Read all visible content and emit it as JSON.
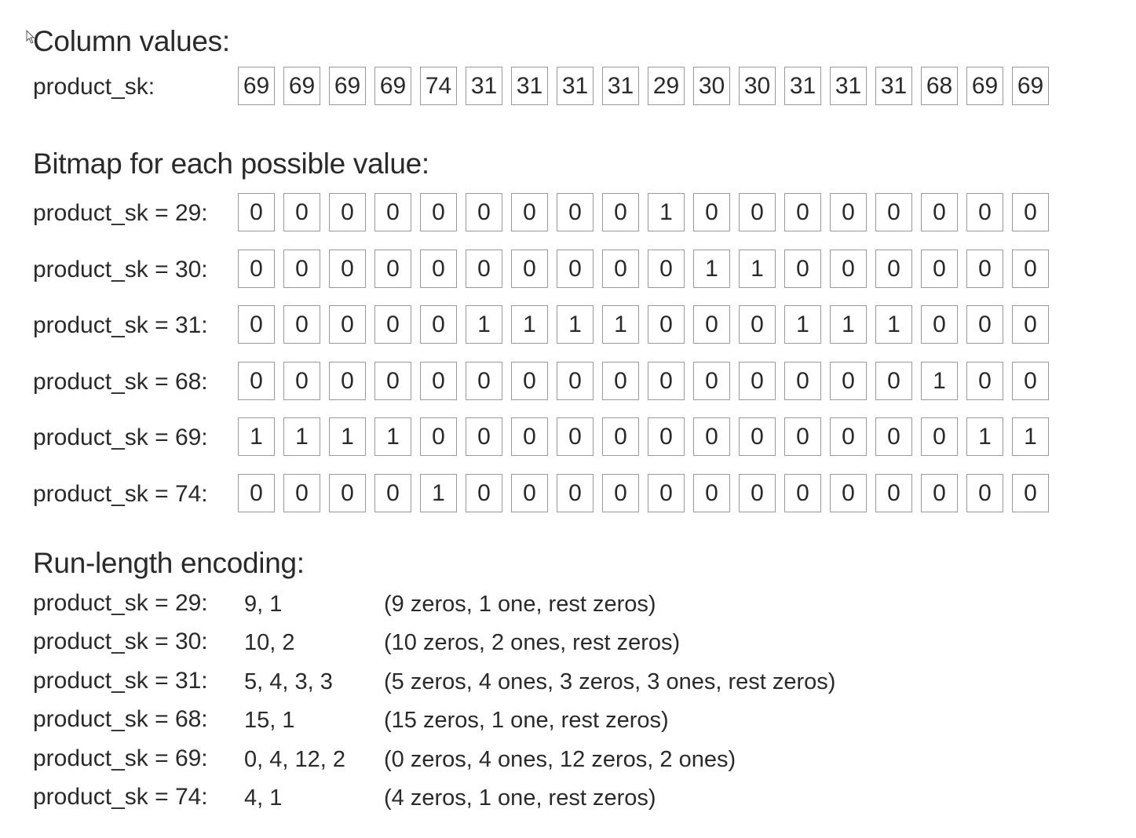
{
  "column_section": {
    "title": "Column values:",
    "label": "product_sk:",
    "values": [
      "69",
      "69",
      "69",
      "69",
      "74",
      "31",
      "31",
      "31",
      "31",
      "29",
      "30",
      "30",
      "31",
      "31",
      "31",
      "68",
      "69",
      "69"
    ]
  },
  "bitmap_section": {
    "title": "Bitmap for each possible value:",
    "rows": [
      {
        "label": "product_sk = 29:",
        "bits": [
          "0",
          "0",
          "0",
          "0",
          "0",
          "0",
          "0",
          "0",
          "0",
          "1",
          "0",
          "0",
          "0",
          "0",
          "0",
          "0",
          "0",
          "0"
        ]
      },
      {
        "label": "product_sk = 30:",
        "bits": [
          "0",
          "0",
          "0",
          "0",
          "0",
          "0",
          "0",
          "0",
          "0",
          "0",
          "1",
          "1",
          "0",
          "0",
          "0",
          "0",
          "0",
          "0"
        ]
      },
      {
        "label": "product_sk = 31:",
        "bits": [
          "0",
          "0",
          "0",
          "0",
          "0",
          "1",
          "1",
          "1",
          "1",
          "0",
          "0",
          "0",
          "1",
          "1",
          "1",
          "0",
          "0",
          "0"
        ]
      },
      {
        "label": "product_sk = 68:",
        "bits": [
          "0",
          "0",
          "0",
          "0",
          "0",
          "0",
          "0",
          "0",
          "0",
          "0",
          "0",
          "0",
          "0",
          "0",
          "0",
          "1",
          "0",
          "0"
        ]
      },
      {
        "label": "product_sk = 69:",
        "bits": [
          "1",
          "1",
          "1",
          "1",
          "0",
          "0",
          "0",
          "0",
          "0",
          "0",
          "0",
          "0",
          "0",
          "0",
          "0",
          "0",
          "1",
          "1"
        ]
      },
      {
        "label": "product_sk = 74:",
        "bits": [
          "0",
          "0",
          "0",
          "0",
          "1",
          "0",
          "0",
          "0",
          "0",
          "0",
          "0",
          "0",
          "0",
          "0",
          "0",
          "0",
          "0",
          "0"
        ]
      }
    ]
  },
  "rle_section": {
    "title": "Run-length encoding:",
    "rows": [
      {
        "label": "product_sk = 29:",
        "value": "9, 1",
        "note": "(9 zeros, 1 one, rest zeros)"
      },
      {
        "label": "product_sk = 30:",
        "value": "10, 2",
        "note": "(10 zeros, 2 ones, rest zeros)"
      },
      {
        "label": "product_sk = 31:",
        "value": "5, 4, 3, 3",
        "note": "(5 zeros, 4 ones, 3 zeros, 3 ones, rest zeros)"
      },
      {
        "label": "product_sk = 68:",
        "value": "15, 1",
        "note": "(15 zeros, 1 one, rest zeros)"
      },
      {
        "label": "product_sk = 69:",
        "value": "0, 4, 12, 2",
        "note": "(0 zeros, 4 ones, 12 zeros, 2 ones)"
      },
      {
        "label": "product_sk = 74:",
        "value": "4, 1",
        "note": "(4 zeros, 1 one, rest zeros)"
      }
    ]
  }
}
